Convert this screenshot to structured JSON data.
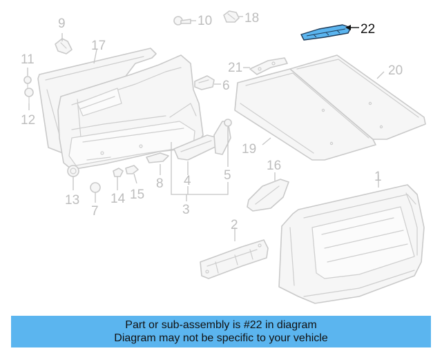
{
  "diagram": {
    "callouts": [
      "1",
      "2",
      "3",
      "4",
      "5",
      "6",
      "7",
      "8",
      "9",
      "10",
      "11",
      "12",
      "13",
      "14",
      "15",
      "16",
      "17",
      "18",
      "19",
      "20",
      "21",
      "22"
    ],
    "highlighted_part": "22",
    "colors": {
      "highlight": "#5bb5ef",
      "banner": "#5bb5ef",
      "faded_lines": "#c9c9c9"
    }
  },
  "banner": {
    "line1": "Part or sub-assembly is #22 in diagram",
    "line2": "Diagram may not be specific to your vehicle"
  }
}
